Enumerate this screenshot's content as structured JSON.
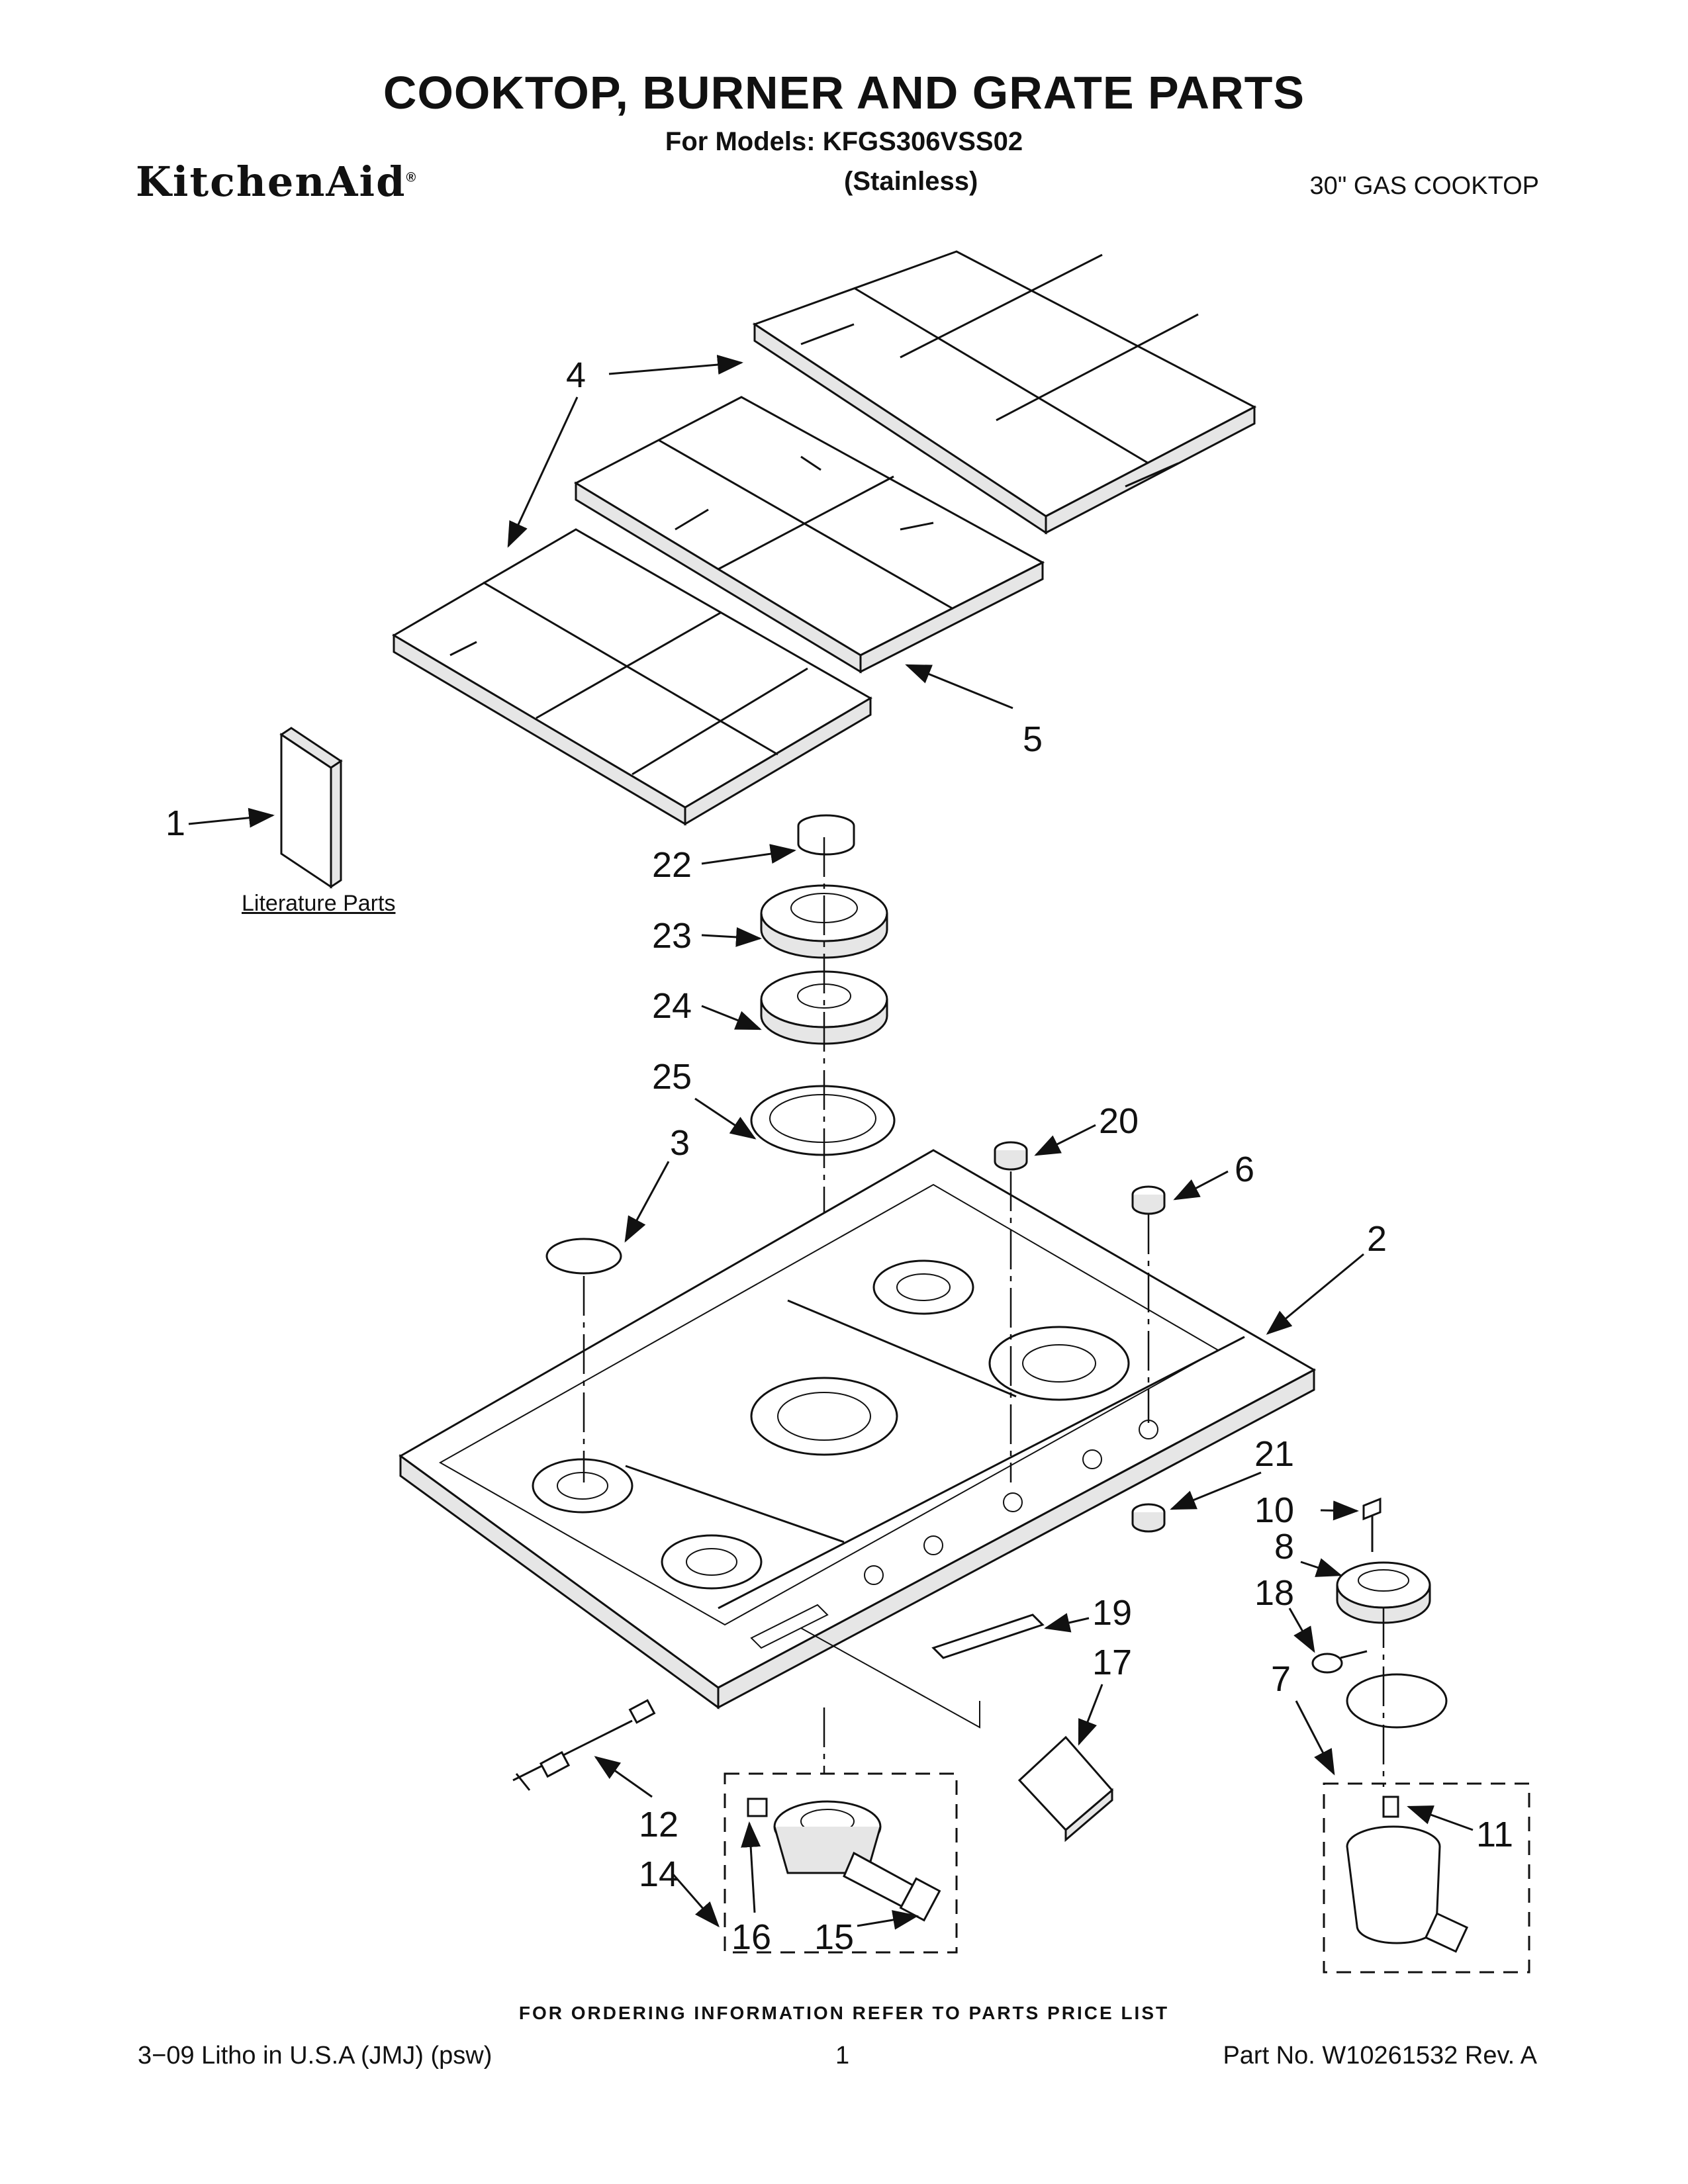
{
  "header": {
    "title": "COOKTOP, BURNER AND GRATE PARTS",
    "models": "For Models: KFGS306VSS02",
    "variant": "(Stainless)",
    "brand": "KitchenAid",
    "brand_mark": "®",
    "product": "30\" GAS COOKTOP"
  },
  "labels": {
    "literature_parts": "Literature Parts"
  },
  "callouts": [
    "1",
    "2",
    "3",
    "4",
    "5",
    "6",
    "7",
    "8",
    "10",
    "11",
    "12",
    "14",
    "15",
    "16",
    "17",
    "18",
    "19",
    "20",
    "21",
    "22",
    "23",
    "24",
    "25"
  ],
  "footer": {
    "ordering": "FOR ORDERING INFORMATION REFER TO PARTS PRICE LIST",
    "litho": "3−09 Litho in U.S.A (JMJ) (psw)",
    "page": "1",
    "part_no": "Part No. W10261532 Rev. A"
  }
}
